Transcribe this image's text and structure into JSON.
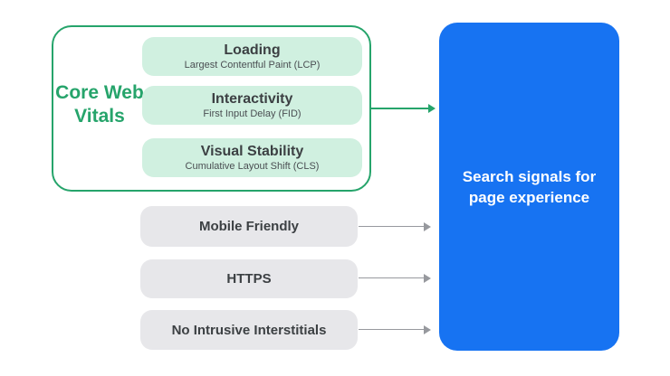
{
  "cwv": {
    "label": "Core Web Vitals",
    "items": [
      {
        "title": "Loading",
        "subtitle": "Largest Contentful Paint (LCP)"
      },
      {
        "title": "Interactivity",
        "subtitle": "First Input Delay (FID)"
      },
      {
        "title": "Visual Stability",
        "subtitle": "Cumulative Layout Shift (CLS)"
      }
    ]
  },
  "signals": [
    {
      "label": "Mobile Friendly"
    },
    {
      "label": "HTTPS"
    },
    {
      "label": "No Intrusive Interstitials"
    }
  ],
  "result": {
    "label": "Search signals for page experience"
  },
  "icons": {
    "arrows": [
      "right-arrow-icon",
      "right-arrow-icon",
      "right-arrow-icon",
      "right-arrow-icon"
    ]
  },
  "colors": {
    "green": "#26a46b",
    "mint": "#d0f0e0",
    "gray_pill": "#e7e7ea",
    "blue": "#1773f2",
    "text_dark": "#3c4043",
    "text_subtitle": "#4a4e52",
    "arrow_gray": "#97999e",
    "result_text": "#ffffff",
    "background": "#ffffff"
  }
}
